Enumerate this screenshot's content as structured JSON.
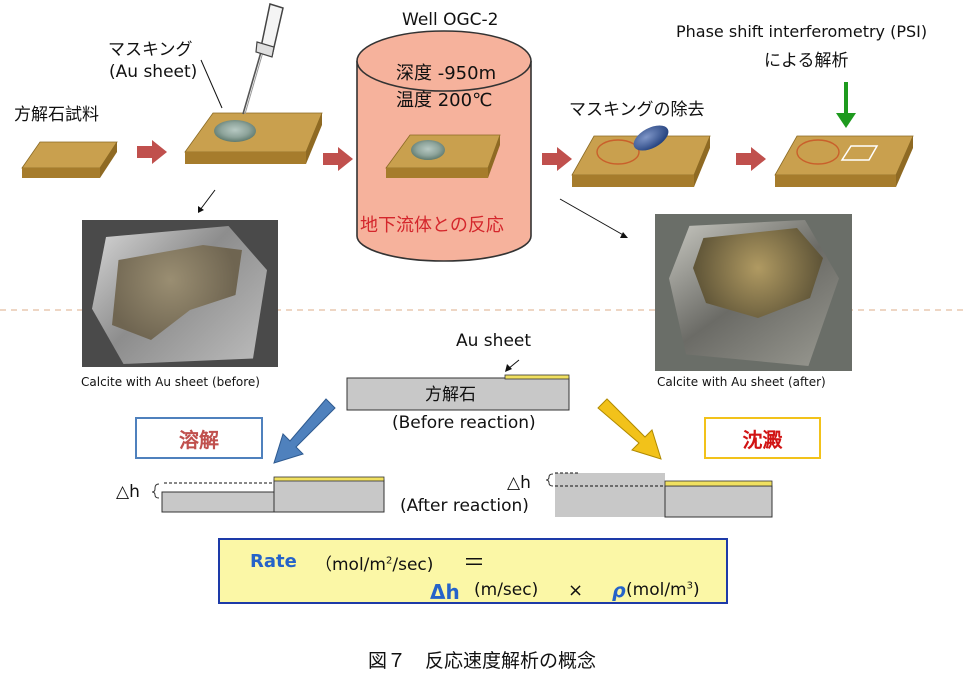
{
  "labels": {
    "masking_line1": "マスキング",
    "masking_line2": "(Au sheet)",
    "calcite_sample": "方解石試料",
    "well": "Well OGC-2",
    "depth": "深度  -950m",
    "temperature": "温度  200℃",
    "reaction_fluid": "地下流体との反応",
    "mask_removal": "マスキングの除去",
    "psi_line1": "Phase shift interferometry (PSI)",
    "psi_line2": "による解析",
    "photo_before_caption": "Calcite with Au sheet (before)",
    "photo_after_caption": "Calcite with Au sheet (after)",
    "au_sheet": "Au sheet",
    "calcite": "方解石",
    "before_reaction": "(Before reaction)",
    "dissolution": "溶解",
    "precipitation": "沈澱",
    "after_reaction": "(After reaction)",
    "delta_h_left": "△h",
    "delta_h_right": "△h"
  },
  "formula": {
    "rate": "Rate",
    "rate_unit_prefix": "（mol/m",
    "rate_unit_sup": "2",
    "rate_unit_suffix": "/sec)",
    "equals": "＝",
    "dh": "Δh",
    "dh_unit": "(m/sec)",
    "times": "×",
    "rho": "ρ",
    "rho_unit_prefix": "(mol/m",
    "rho_unit_sup": "3",
    "rho_unit_suffix": ")"
  },
  "caption": "図７　反応速度解析の概念",
  "colors": {
    "slab_top": "#c9a04e",
    "slab_side": "#a67c2c",
    "step_arrow": "#c0504d",
    "vessel_fill": "#f6b29c",
    "dissolution_arrow": "#4f81bd",
    "dissolution_text": "#c0504d",
    "precipitation_arrow": "#f2c21a",
    "precipitation_text": "#d11414",
    "psi_arrow": "#1e9a1e",
    "rate_blue": "#2563c9",
    "formula_bg": "#fbf7a6"
  }
}
